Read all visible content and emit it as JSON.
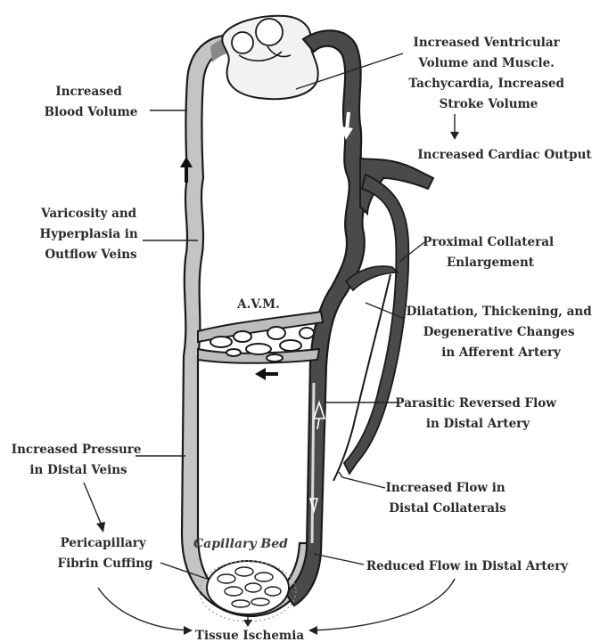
{
  "labels": {
    "ventricular": [
      "Increased Ventricular",
      "Volume and Muscle.",
      "Tachycardia, Increased",
      "Stroke Volume"
    ],
    "cardiac_output": "Increased Cardiac Output",
    "blood_volume": [
      "Increased",
      "Blood Volume"
    ],
    "varicosity": [
      "Varicosity and",
      "Hyperplasia in",
      "Outflow Veins"
    ],
    "proximal_collateral": [
      "Proximal Collateral",
      "Enlargement"
    ],
    "avm": "A.V.M.",
    "dilatation": [
      "Dilatation, Thickening, and",
      "Degenerative Changes",
      "in Afferent Artery"
    ],
    "parasitic": [
      "Parasitic Reversed Flow",
      "in Distal Artery"
    ],
    "distal_veins": [
      "Increased Pressure",
      "in Distal Veins"
    ],
    "distal_collaterals": [
      "Increased Flow in",
      "Distal Collaterals"
    ],
    "capillary_bed": "Capillary Bed",
    "fibrin": [
      "Pericapillary",
      "Fibrin Cuffing"
    ],
    "reduced_flow": "Reduced Flow in Distal Artery",
    "ischemia": "Tissue Ischemia"
  },
  "colors": {
    "vein_fill": "#c4c4c4",
    "artery_fill": "#4a4a4a",
    "outline": "#1a1a1a",
    "heart_fill": "#f2f2f2"
  }
}
